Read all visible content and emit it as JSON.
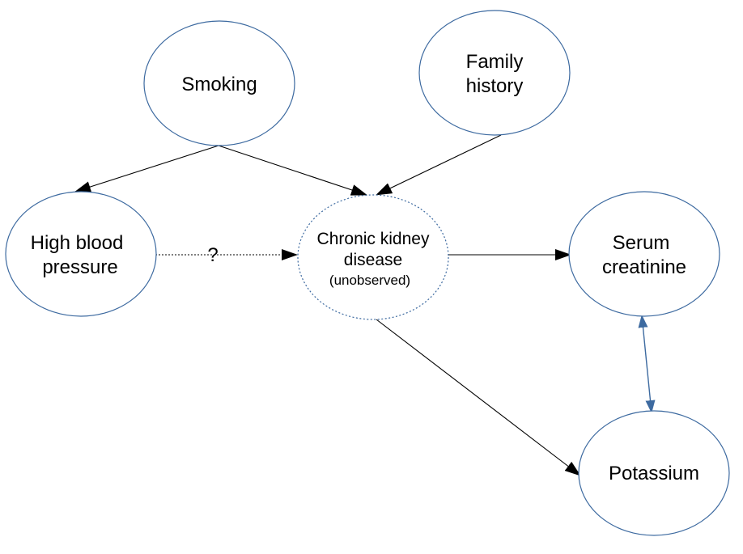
{
  "nodes": {
    "smoking": {
      "lines": [
        "Smoking"
      ]
    },
    "family_history": {
      "lines": [
        "Family",
        "history"
      ]
    },
    "high_blood_pressure": {
      "lines": [
        "High blood",
        "pressure"
      ]
    },
    "ckd": {
      "lines": [
        "Chronic kidney",
        "disease",
        "(unobserved)"
      ]
    },
    "serum_creatinine": {
      "lines": [
        "Serum",
        "creatinine"
      ]
    },
    "potassium": {
      "lines": [
        "Potassium"
      ]
    }
  },
  "edges": {
    "hbp_to_ckd_label": "?"
  },
  "colors": {
    "node_border": "#3d6aa0",
    "bidirectional_edge": "#3d6aa0",
    "edge": "#000000"
  }
}
